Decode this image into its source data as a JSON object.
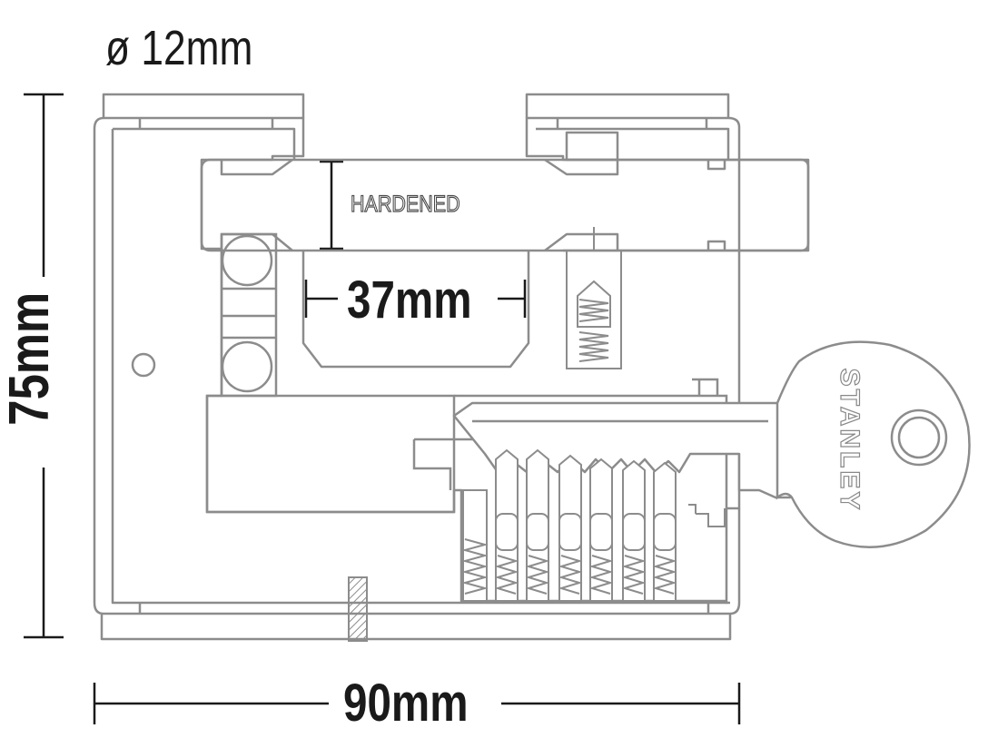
{
  "dimensions": {
    "shackle_diameter": "ø 12mm",
    "height": "75mm",
    "width": "90mm",
    "shackle_clearance": "37mm"
  },
  "labels": {
    "hardened": "HARDENED",
    "brand": "STANLEY"
  },
  "colors": {
    "outline": "#8c8c8c",
    "dimension_lines": "#1a1a1a",
    "background": "#ffffff"
  }
}
